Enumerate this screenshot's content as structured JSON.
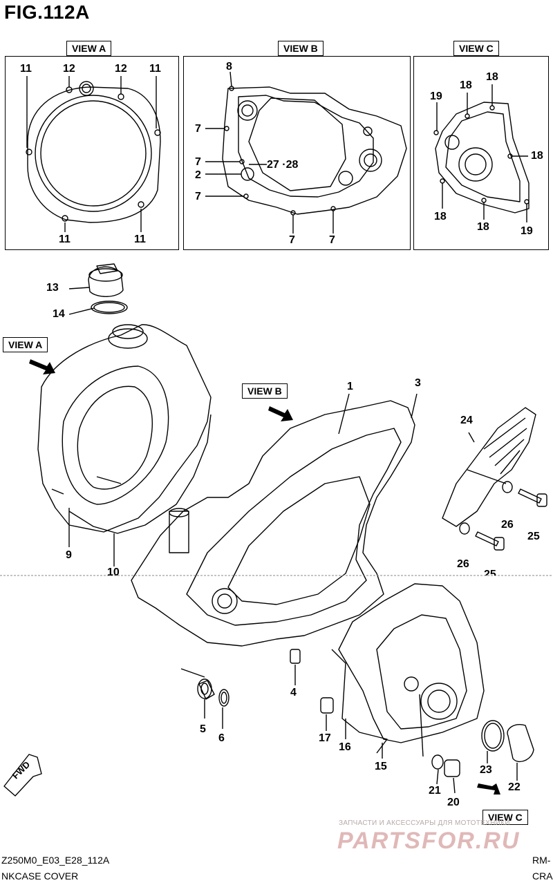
{
  "figure": {
    "title": "FIG.112A"
  },
  "views": {
    "a": {
      "label": "VIEW A"
    },
    "b": {
      "label": "VIEW B"
    },
    "c": {
      "label": "VIEW C"
    }
  },
  "main_view_tags": {
    "a": "VIEW A",
    "b": "VIEW B",
    "c": "VIEW C",
    "fwd": "FWD"
  },
  "callouts": {
    "va_11_tl": "11",
    "va_12_l": "12",
    "va_12_r": "12",
    "va_11_tr": "11",
    "va_11_bl": "11",
    "va_11_br": "11",
    "vb_8": "8",
    "vb_7_a": "7",
    "vb_7_b": "7",
    "vb_2": "2",
    "vb_27_28": "27 ·28",
    "vb_7_c": "7",
    "vb_7_d": "7",
    "vb_7_e": "7",
    "vc_19_a": "19",
    "vc_18_a": "18",
    "vc_18_b": "18",
    "vc_18_r": "18",
    "vc_18_l": "18",
    "vc_18_bm": "18",
    "vc_19_b": "19",
    "p13": "13",
    "p14": "14",
    "p1": "1",
    "p3": "3",
    "p24": "24",
    "p26_a": "26",
    "p25_a": "25",
    "p26_b": "26",
    "p25_b": "25",
    "p9": "9",
    "p10": "10",
    "p4": "4",
    "p5": "5",
    "p6": "6",
    "p17": "17",
    "p16": "16",
    "p15": "15",
    "p21": "21",
    "p20": "20",
    "p23": "23",
    "p22": "22"
  },
  "footer": {
    "left_code": "Z250M0_E03_E28_112A",
    "left_name": "NKCASE COVER",
    "right_code": "RM-",
    "right_name": "CRA"
  },
  "watermark": {
    "line1": "ЗАПЧАСТИ И АКСЕССУАРЫ ДЛЯ МОТОТЕХНИКИ",
    "line2": "PARTSFOR.RU"
  }
}
